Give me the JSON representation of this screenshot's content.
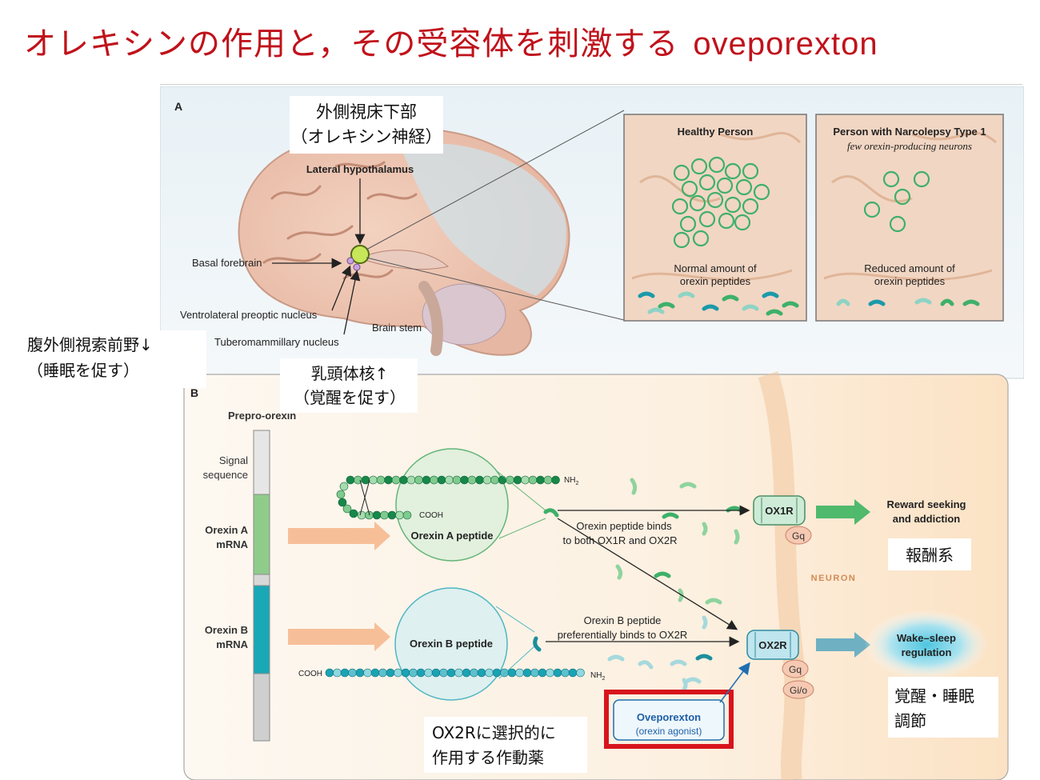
{
  "title_jp": "オレキシンの作用と，その受容体を刺激する",
  "title_en": "oveporexton",
  "panel_a": {
    "label": "A",
    "jp_lateral_1": "外側視床下部",
    "jp_lateral_2": "（オレキシン神経）",
    "lateral_hypothalamus": "Lateral hypothalamus",
    "basal_forebrain": "Basal forebrain",
    "vlpo": "Ventrolateral preoptic nucleus",
    "tmn": "Tuberomammillary nucleus",
    "brain_stem": "Brain stem",
    "jp_vlpo_1": "腹外側視索前野↓",
    "jp_vlpo_2": "（睡眠を促す）",
    "jp_tmn_1": "乳頭体核↑",
    "jp_tmn_2": "（覚醒を促す）",
    "healthy_title": "Healthy Person",
    "healthy_caption_1": "Normal amount of",
    "healthy_caption_2": "orexin peptides",
    "narco_title": "Person with Narcolepsy Type 1",
    "narco_subtitle": "few orexin-producing neurons",
    "narco_caption_1": "Reduced amount of",
    "narco_caption_2": "orexin peptides"
  },
  "panel_b": {
    "label": "B",
    "prepro": "Prepro-orexin",
    "signal_1": "Signal",
    "signal_2": "sequence",
    "orexin_a_mrna_1": "Orexin A",
    "orexin_a_mrna_2": "mRNA",
    "orexin_b_mrna_1": "Orexin B",
    "orexin_b_mrna_2": "mRNA",
    "nh2": "NH",
    "nh2_sub": "2",
    "cooh": "COOH",
    "orexin_a_peptide": "Orexin A peptide",
    "orexin_b_peptide": "Orexin B peptide",
    "binds_a_1": "Orexin peptide binds",
    "binds_a_2": "to both OX1R and OX2R",
    "binds_b_1": "Orexin B peptide",
    "binds_b_2": "preferentially binds to OX2R",
    "ox1r": "OX1R",
    "ox2r": "OX2R",
    "gq": "Gq",
    "gio": "Gi/o",
    "neuron": "NEURON",
    "reward_1": "Reward seeking",
    "reward_2": "and addiction",
    "wake_1": "Wake–sleep",
    "wake_2": "regulation",
    "jp_reward": "報酬系",
    "jp_wake_1": "覚醒・睡眠",
    "jp_wake_2": "調節",
    "ovep_1": "Oveporexton",
    "ovep_2": "(orexin agonist)",
    "jp_ovep_1": "OX2Rに選択的に",
    "jp_ovep_2": "作用する作動薬"
  },
  "colors": {
    "title_red": "#c0121b",
    "highlight_red": "#d8141c",
    "green": "#2f9a5a",
    "teal": "#1b9aaa",
    "blue_text": "#1f5fa8"
  }
}
